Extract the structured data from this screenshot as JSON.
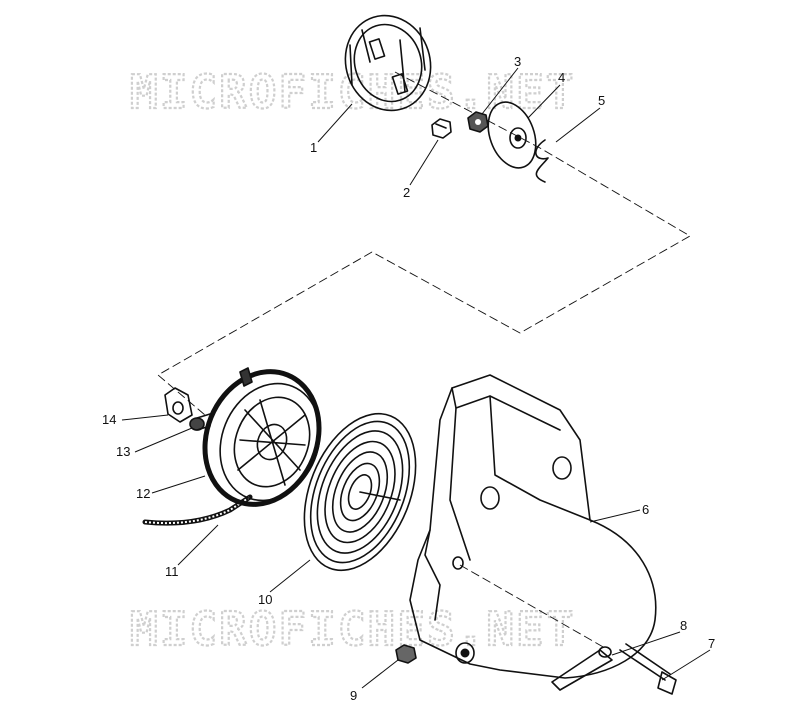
{
  "watermark": "MICROFICHES.NET",
  "callouts": [
    "1",
    "2",
    "3",
    "4",
    "5",
    "6",
    "7",
    "8",
    "9",
    "10",
    "11",
    "12",
    "13",
    "14"
  ],
  "icons": {
    "cup": "pawl-cup-icon",
    "nut": "nut-icon",
    "spring": "recoil-spring-icon",
    "pulley": "rope-pulley-icon",
    "housing": "starter-housing-icon",
    "bolt": "bolt-icon"
  }
}
